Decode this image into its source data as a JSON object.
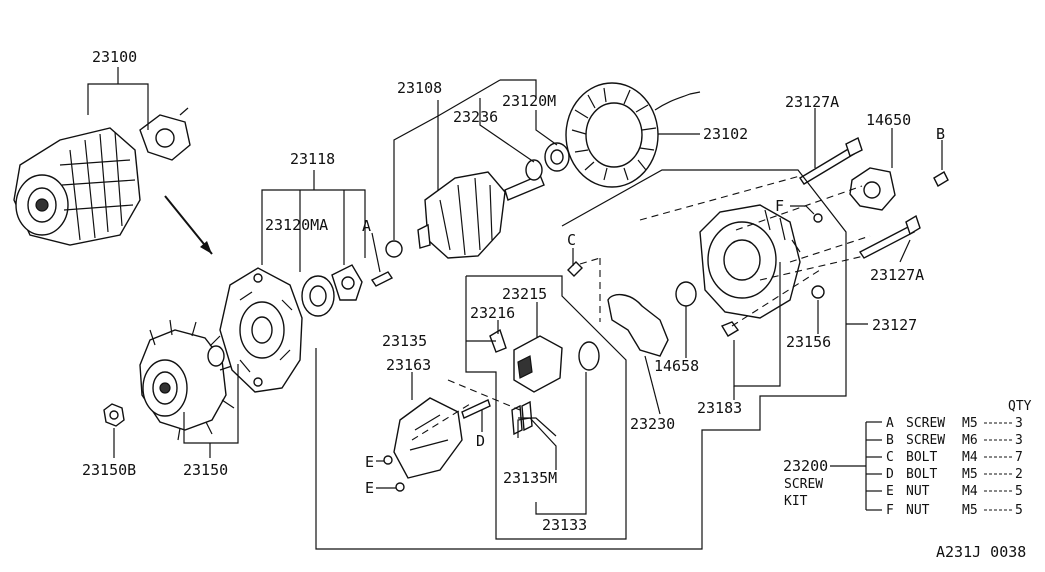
{
  "labels": {
    "p23100": "23100",
    "p23108": "23108",
    "p23120M": "23120M",
    "p23236": "23236",
    "p23102": "23102",
    "p23127A_top": "23127A",
    "p14650": "14650",
    "pB": "B",
    "p23118": "23118",
    "p23120MA": "23120MA",
    "pA": "A",
    "pC": "C",
    "pF": "F",
    "p23127A_mid": "23127A",
    "p23215": "23215",
    "p23216": "23216",
    "p23135": "23135",
    "p23127": "23127",
    "p23156": "23156",
    "p14658": "14658",
    "p23163": "23163",
    "p23183": "23183",
    "p23230": "23230",
    "pD": "D",
    "pE1": "E",
    "pE2": "E",
    "p23135M": "23135M",
    "p23133": "23133",
    "p23150B": "23150B",
    "p23150": "23150",
    "p23200": "23200",
    "screw_kit_line1": "SCREW",
    "screw_kit_line2": "KIT",
    "diagram_code": "A231J 0038"
  },
  "screw_kit": {
    "qty_header": "QTY",
    "rows": [
      {
        "letter": "A",
        "name": "SCREW",
        "size": "M5",
        "qty": "3"
      },
      {
        "letter": "B",
        "name": "SCREW",
        "size": "M6",
        "qty": "3"
      },
      {
        "letter": "C",
        "name": "BOLT",
        "size": "M4",
        "qty": "7"
      },
      {
        "letter": "D",
        "name": "BOLT",
        "size": "M5",
        "qty": "2"
      },
      {
        "letter": "E",
        "name": "NUT",
        "size": "M4",
        "qty": "5"
      },
      {
        "letter": "F",
        "name": "NUT",
        "size": "M5",
        "qty": "5"
      }
    ]
  }
}
